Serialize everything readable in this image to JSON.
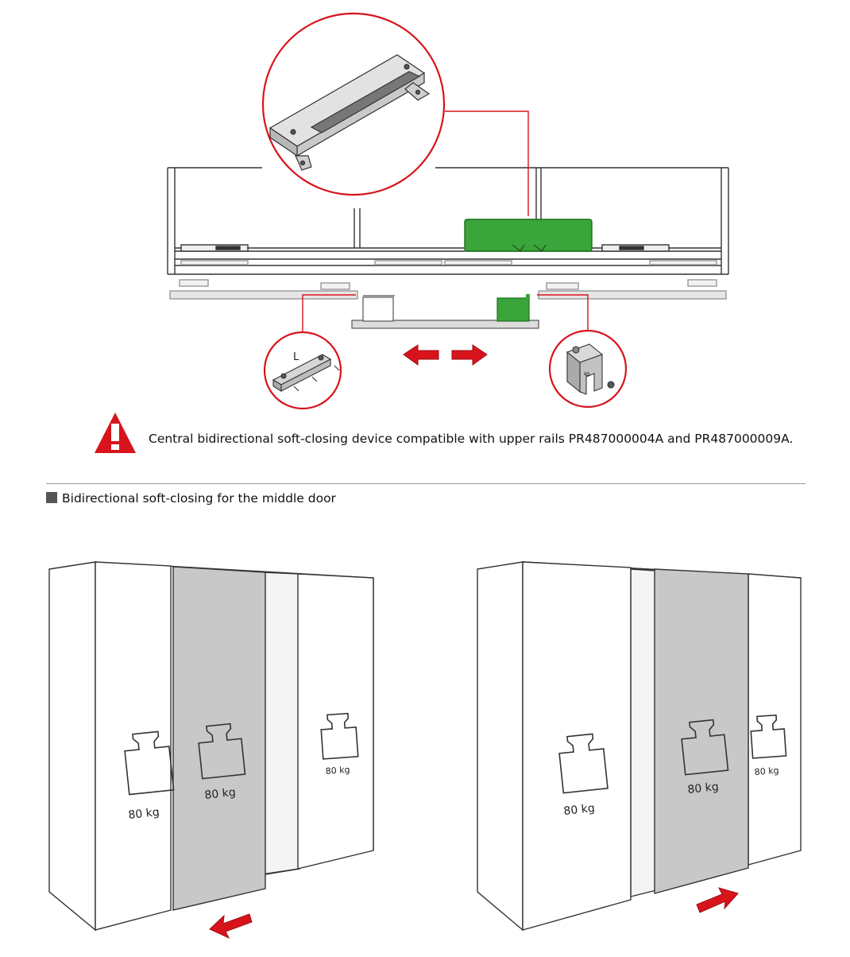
{
  "notice": {
    "text": "Central bidirectional soft-closing device compatible with upper rails PR487000004A and PR487000009A.",
    "icon": "warning-triangle-icon"
  },
  "section": {
    "title": "Bidirectional soft-closing for the middle door"
  },
  "detail_labels": {
    "left_bracket": "L",
    "right_bracket": "6"
  },
  "weights": {
    "left_scene": [
      "80 kg",
      "80 kg",
      "80 kg"
    ],
    "right_scene": [
      "80 kg",
      "80 kg",
      "80 kg"
    ]
  },
  "colors": {
    "accent_red": "#d7141c",
    "device_green": "#3aa53a",
    "door_grey": "#c8c8c8"
  }
}
